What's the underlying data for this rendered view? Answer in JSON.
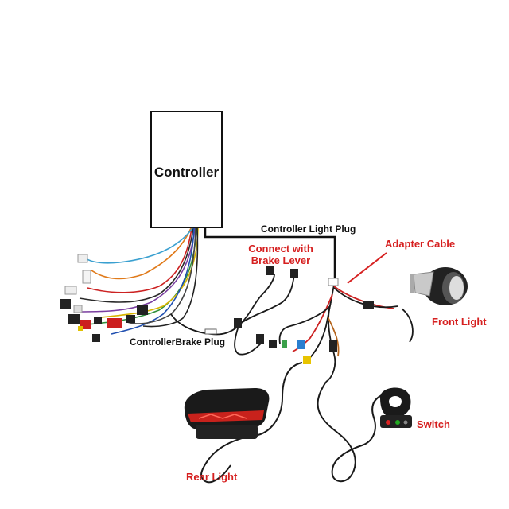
{
  "controller": {
    "label": "Controller"
  },
  "labels": {
    "controller_light_plug": "Controller Light Plug",
    "connect_with_brake_lever_1": "Connect with",
    "connect_with_brake_lever_2": "Brake Lever",
    "adapter_cable": "Adapter Cable",
    "front_light": "Front Light",
    "controller_brake_plug": "ControllerBrake Plug",
    "switch": "Switch",
    "rear_light": "Rear Light"
  },
  "colors": {
    "label_red": "#d62020",
    "label_black": "#111111",
    "cable": "#1a1a1a",
    "lamp_red": "#c8221c"
  }
}
